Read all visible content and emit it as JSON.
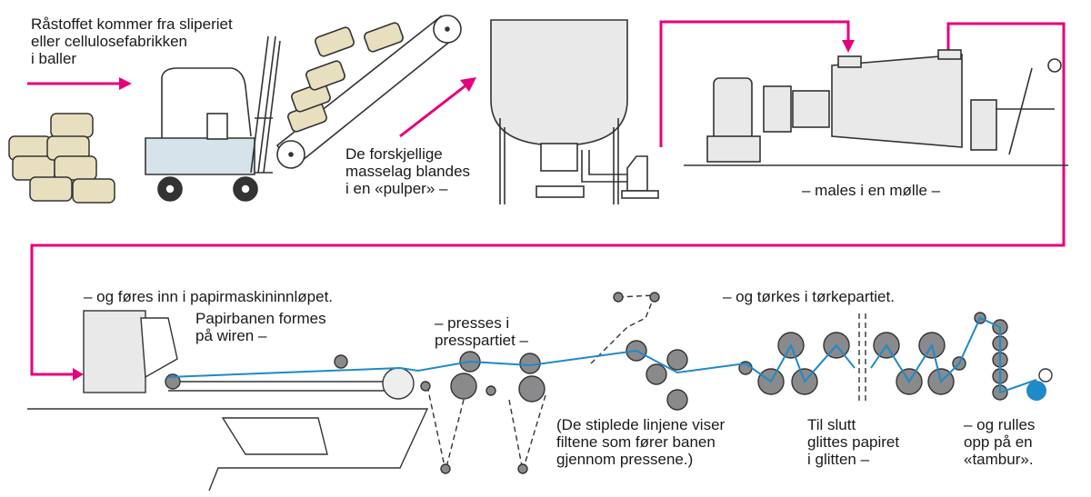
{
  "labels": {
    "raw_material": "Råstoffet kommer fra sliperiet\neller cellulosefabrikken\ni baller",
    "pulper": "De forskjellige\nmasselag blandes\ni en «pulper» –",
    "mill": "– males i en mølle –",
    "inlet": "– og føres inn i papirmaskininnløpet.",
    "wire": "Papirbanen formes\npå  wiren –",
    "press": "– presses i\npresspartiet –",
    "dryer": "– og tørkes i tørkepartiet.",
    "felts_note": "(De stiplede linjene viser\nfiltene som fører banen\ngjennom pressene.)",
    "calender": "Til slutt\nglittes papiret\ni glitten –",
    "reel": "– og rulles\nopp på en\n«tambur»."
  },
  "colors": {
    "flow_arrow": "#e6007e",
    "paper_web": "#1e8ac8",
    "roll": "#8a8a8d",
    "tambour": "#1e8ac8",
    "bale": "#e8dfbe",
    "forklift_body": "#d6e3ea",
    "machine_fill": "#e9e9e9"
  }
}
